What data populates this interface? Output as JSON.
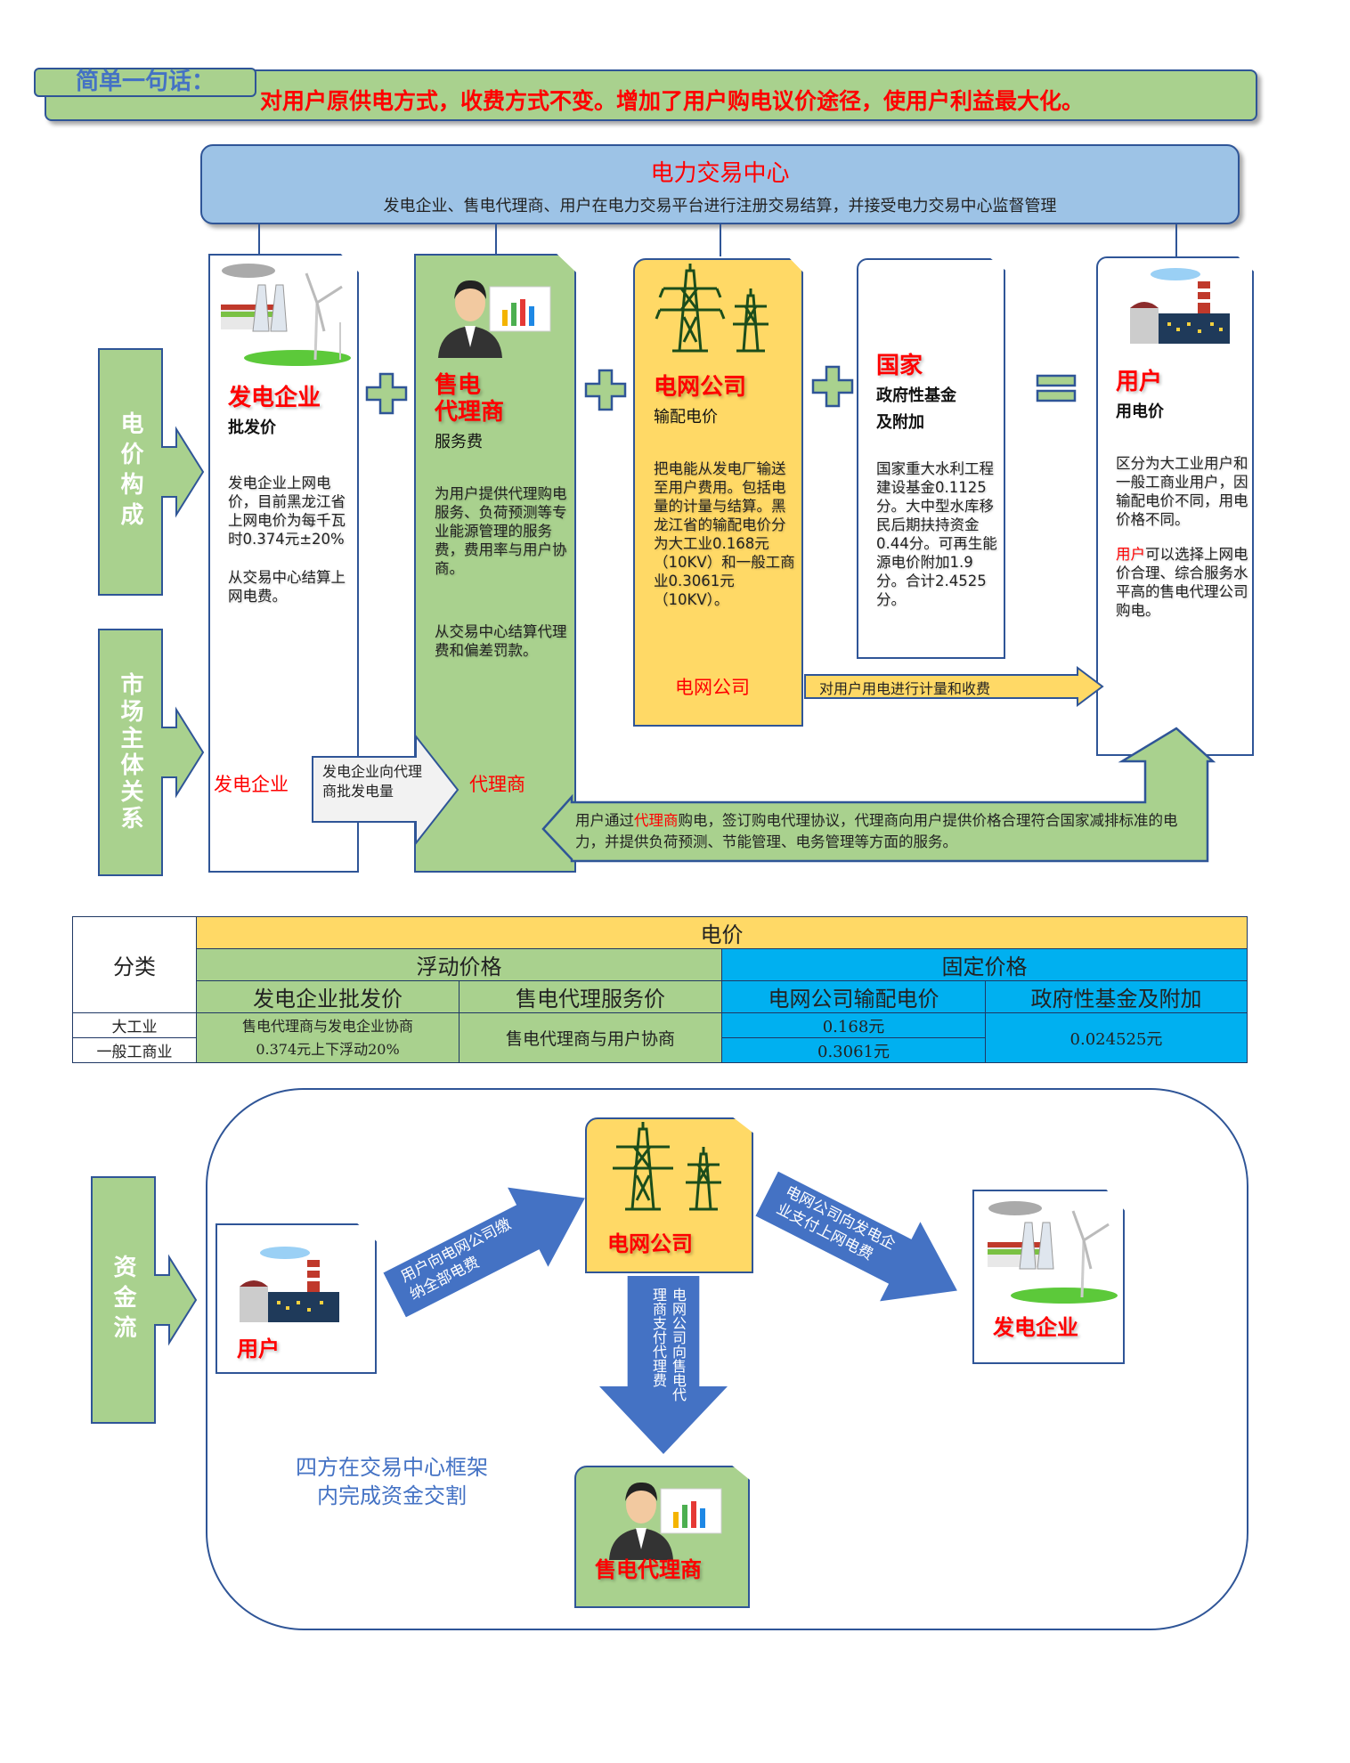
{
  "summary": {
    "label": "简单一句话：",
    "text": "对用户原供电方式，收费方式不变。增加了用户购电议价途径，使用户利益最大化。"
  },
  "center": {
    "title": "电力交易中心",
    "desc": "发电企业、售电代理商、用户在电力交易平台进行注册交易结算，并接受电力交易中心监督管理"
  },
  "side_labels": {
    "price": "电价构成",
    "market": "市场主体关系",
    "fund": "资金流"
  },
  "columns": {
    "generator": {
      "title": "发电企业",
      "sub": "批发价",
      "body1": "发电企业上网电价，目前黑龙江省上网电价为每千瓦时0.374元±20%",
      "body2": "从交易中心结算上网电费。",
      "market_label": "发电企业"
    },
    "agent": {
      "title1": "售电",
      "title2": "代理商",
      "sub": "服务费",
      "body1": "为用户提供代理购电服务、负荷预测等专业能源管理的服务费，费用率与用户协商。",
      "body2": "从交易中心结算代理费和偏差罚款。",
      "market_label": "代理商"
    },
    "grid": {
      "title": "电网公司",
      "sub": "输配电价",
      "body": "把电能从发电厂输送至用户费用。包括电量的计量与结算。黑龙江省的输配电价分为大工业0.168元（10KV）和一般工商业0.3061元（10KV）。",
      "market_label": "电网公司"
    },
    "state": {
      "title": "国家",
      "sub1": "政府性基金",
      "sub2": "及附加",
      "body": "国家重大水利工程建设基金0.1125分。大中型水库移民后期扶持资金0.44分。可再生能源电价附加1.9分。合计2.4525分。"
    },
    "user": {
      "title": "用户",
      "sub": "用电价",
      "body1": "区分为大工业用户和一般工商业用户，因输配电价不同，用电价格不同。",
      "body2_highlight": "用户",
      "body2": "可以选择上网电价合理、综合服务水平高的售电代理公司购电。"
    }
  },
  "arrows": {
    "metering": "对用户用电进行计量和收费",
    "wholesale": "发电企业向代理商批发电量",
    "agent_service_pre": "用户通过",
    "agent_service_highlight": "代理商",
    "agent_service_post": "购电，签订购电代理协议，代理商向用户提供价格合理符合国家减排标准的电力，并提供负荷预测、节能管理、电务管理等方面的服务。"
  },
  "table": {
    "corner": "分类",
    "top": "电价",
    "floating": "浮动价格",
    "fixed": "固定价格",
    "headers": [
      "发电企业批发价",
      "售电代理服务价",
      "电网公司输配电价",
      "政府性基金及附加"
    ],
    "rows": [
      "大工业",
      "一般工商业"
    ],
    "gen_line1": "售电代理商与发电企业协商",
    "gen_line2": "0.374元上下浮动20%",
    "agent_cell": "售电代理商与用户协商",
    "grid_large": "0.168元",
    "grid_general": "0.3061元",
    "fund_cell": "0.024525元"
  },
  "fund_flow": {
    "user": "用户",
    "grid": "电网公司",
    "generator": "发电企业",
    "agent": "售电代理商",
    "arrow_user_grid": "用户向电网公司缴纳全部电费",
    "arrow_grid_gen": "电网公司向发电企业支付上网电费",
    "arrow_grid_agent": "电网公司向售电代理商支付代理费",
    "caption1": "四方在交易中心框架",
    "caption2": "内完成资金交割"
  },
  "colors": {
    "green": "#a9d18e",
    "blue_box": "#9dc3e6",
    "yellow": "#ffd966",
    "cyan": "#00b0f0",
    "border": "#2f5597",
    "arrow_blue": "#4472c4",
    "red": "#ff0000"
  }
}
